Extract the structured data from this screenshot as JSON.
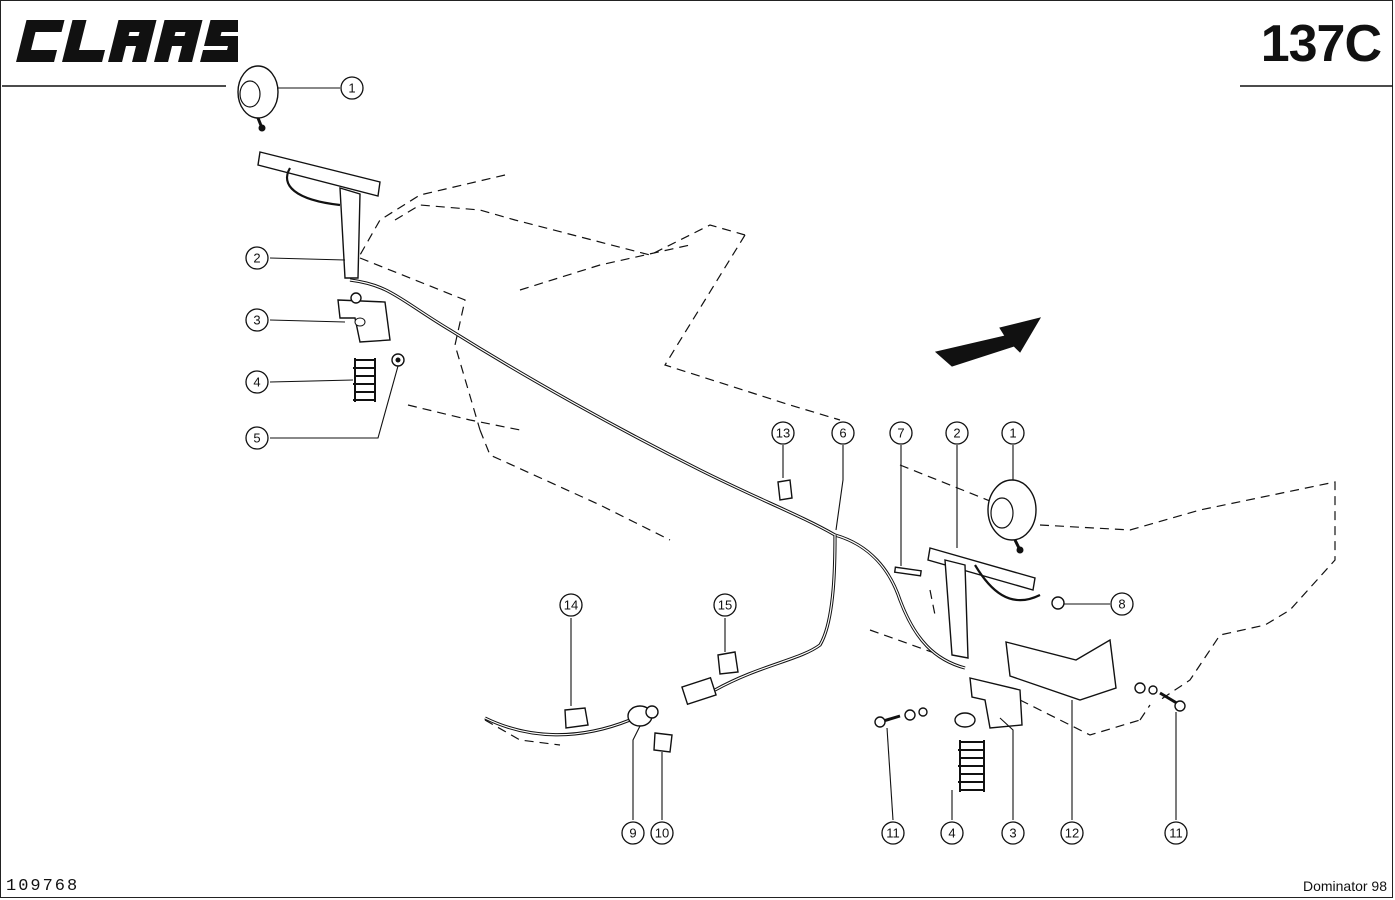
{
  "header": {
    "brand_logo_text": "CLAAS",
    "page_code": "137C"
  },
  "footer": {
    "drawing_number": "109768",
    "model": "Dominator 98"
  },
  "callouts": [
    "1",
    "2",
    "3",
    "4",
    "5",
    "1",
    "2",
    "7",
    "13",
    "6",
    "8",
    "14",
    "15",
    "9",
    "10",
    "11",
    "4",
    "3",
    "12",
    "11"
  ],
  "colors": {
    "ink": "#111111",
    "paper": "#ffffff"
  }
}
